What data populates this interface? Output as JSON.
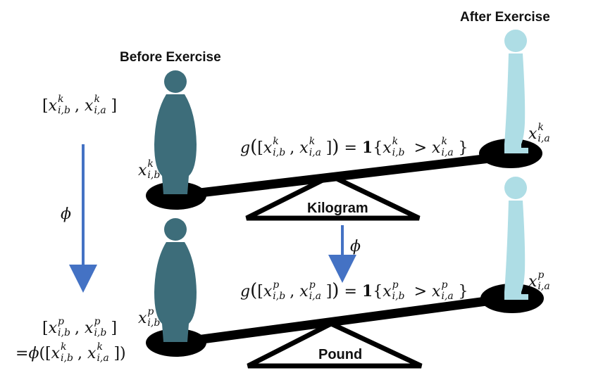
{
  "headings": {
    "before": "Before Exercise",
    "after": "After Exercise"
  },
  "scales": {
    "top": "Kilogram",
    "bottom": "Pound"
  },
  "symbols": {
    "map": "ϕ",
    "indicator": "1",
    "g": "g",
    "x": "x",
    "eq": "=",
    "gt": ">",
    "upper_k": "k",
    "upper_p": "p",
    "sub_before": "i,b",
    "sub_after": "i,a"
  },
  "colors": {
    "person_dark": "#3d6d7a",
    "person_light": "#aedde5",
    "arrow": "#4472c4",
    "ink": "#000000"
  }
}
